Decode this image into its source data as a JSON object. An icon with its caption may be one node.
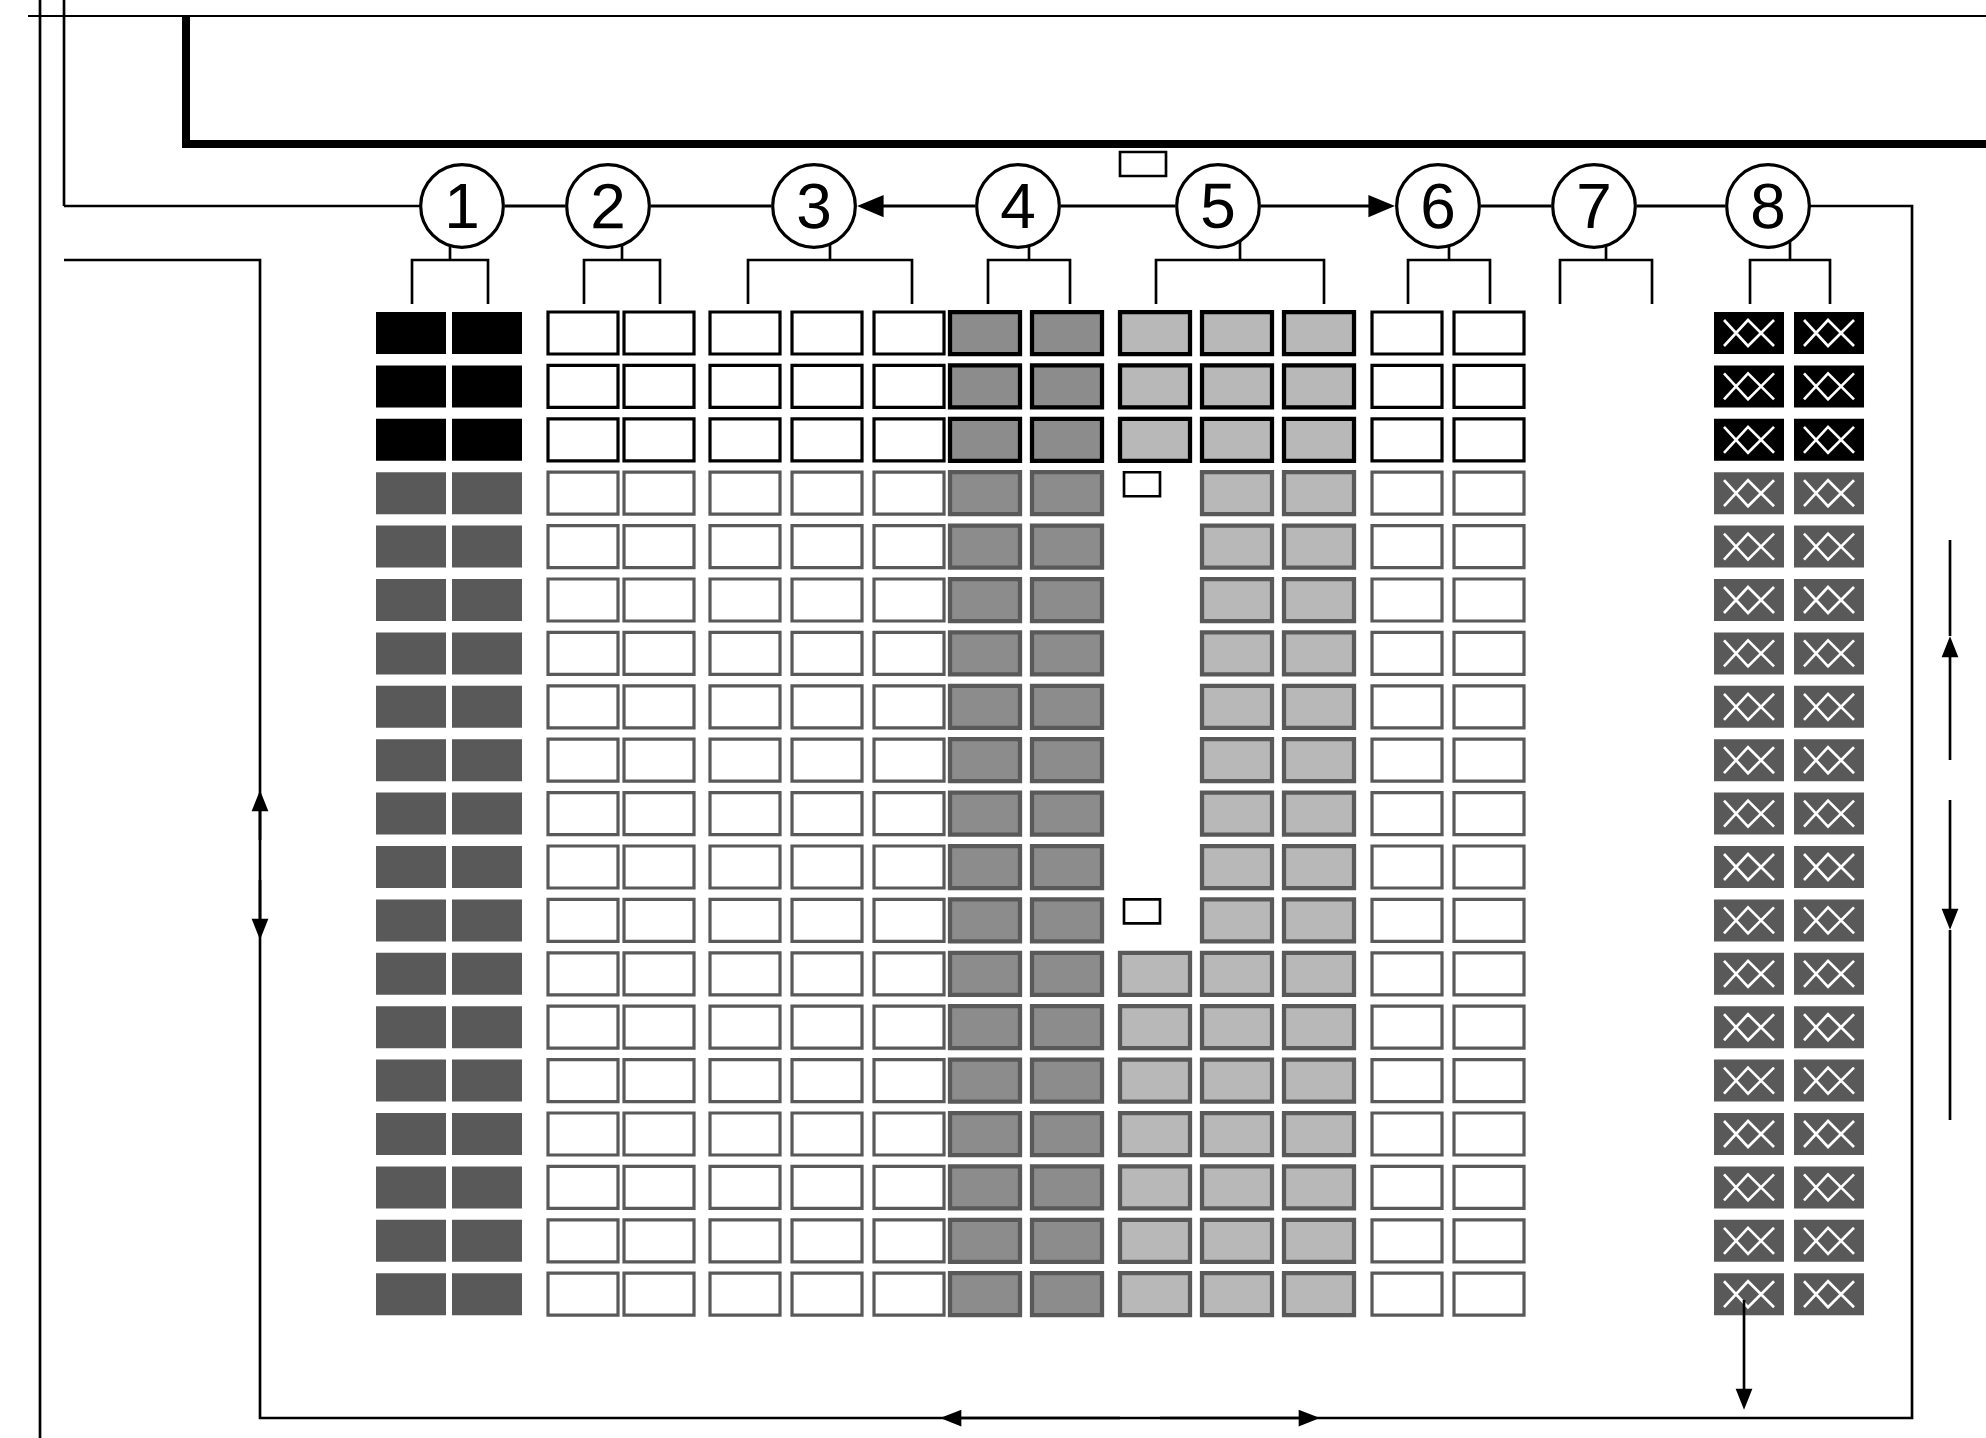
{
  "diagram": {
    "nodes": [
      {
        "text": [
          "1"
        ]
      },
      {
        "text": [
          "2"
        ]
      },
      {
        "text": [
          "3"
        ]
      },
      {
        "text": [
          "4"
        ]
      },
      {
        "text": [
          "5"
        ]
      },
      {
        "text": [
          "6"
        ]
      },
      {
        "text": [
          "7"
        ]
      },
      {
        "text": [
          "8"
        ]
      }
    ],
    "edges": [
      {
        "from": 0,
        "to": 1,
        "arrow": "none"
      },
      {
        "from": 1,
        "to": 2,
        "arrow": "none"
      },
      {
        "from": 3,
        "to": 2,
        "arrow": "to"
      },
      {
        "from": 3,
        "to": 4,
        "arrow": "none"
      },
      {
        "from": 4,
        "to": 5,
        "arrow": "to"
      },
      {
        "from": 5,
        "to": 6,
        "arrow": "none"
      },
      {
        "from": 6,
        "to": 7,
        "arrow": "none"
      }
    ]
  }
}
